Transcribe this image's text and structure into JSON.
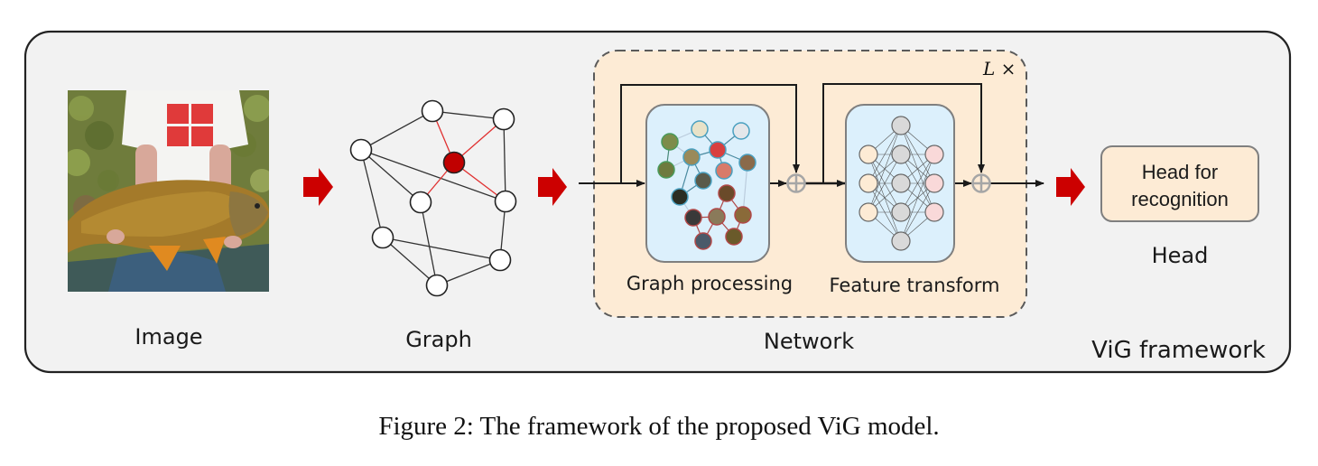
{
  "figure": {
    "caption": "Figure 2: The framework of the proposed ViG model.",
    "framework_label": "ViG framework",
    "colors": {
      "panel_bg": "#f2f2f2",
      "network_bg": "#fdebd5",
      "module_bg": "#dcf0fc",
      "arrow_red": "#cc0000",
      "highlight_node": "#c00000",
      "highlight_edge": "#e03030",
      "plus_gray": "#a6a6a6"
    }
  },
  "stages": {
    "image": {
      "label": "Image"
    },
    "graph": {
      "label": "Graph",
      "highlighted_node": "center"
    },
    "network": {
      "label": "Network",
      "repeat_label": "L ×",
      "modules": [
        {
          "label": "Graph processing"
        },
        {
          "label": "Feature transform"
        }
      ],
      "feature_transform_layers": [
        3,
        5,
        3
      ]
    },
    "head": {
      "box_label_line1": "Head for",
      "box_label_line2": "recognition",
      "label": "Head"
    }
  }
}
